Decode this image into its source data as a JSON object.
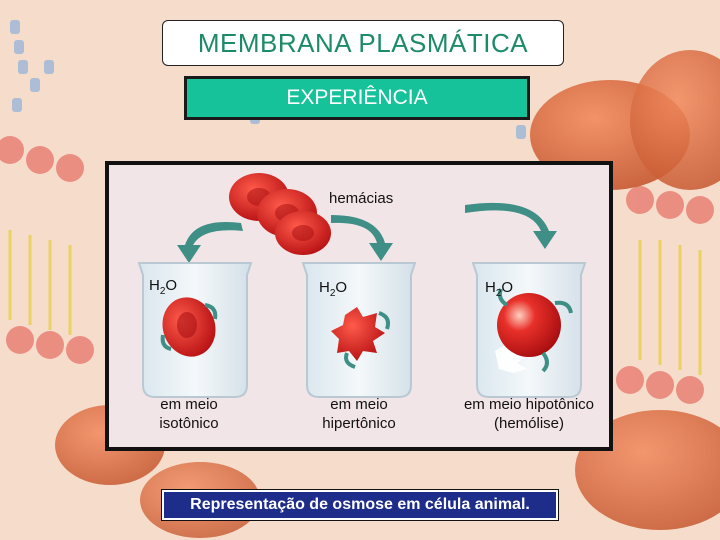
{
  "title": "MEMBRANA PLASMÁTICA",
  "subtitle": "EXPERIÊNCIA",
  "cells_label": "hemácias",
  "water_label_base": "H",
  "water_label_sub": "2",
  "water_label_end": "O",
  "beakers": [
    {
      "line1": "em meio",
      "line2": "isotônico"
    },
    {
      "line1": "em meio",
      "line2": "hipertônico"
    },
    {
      "line1": "em meio hipotônico",
      "line2": "(hemólise)"
    }
  ],
  "caption": "Representação de osmose em célula animal.",
  "colors": {
    "title_text": "#1d8a6a",
    "subtitle_bg": "#16c29a",
    "caption_bg": "#1e2c8a",
    "cell_red": "#d81e1e",
    "arrow_teal": "#3f8f86"
  }
}
